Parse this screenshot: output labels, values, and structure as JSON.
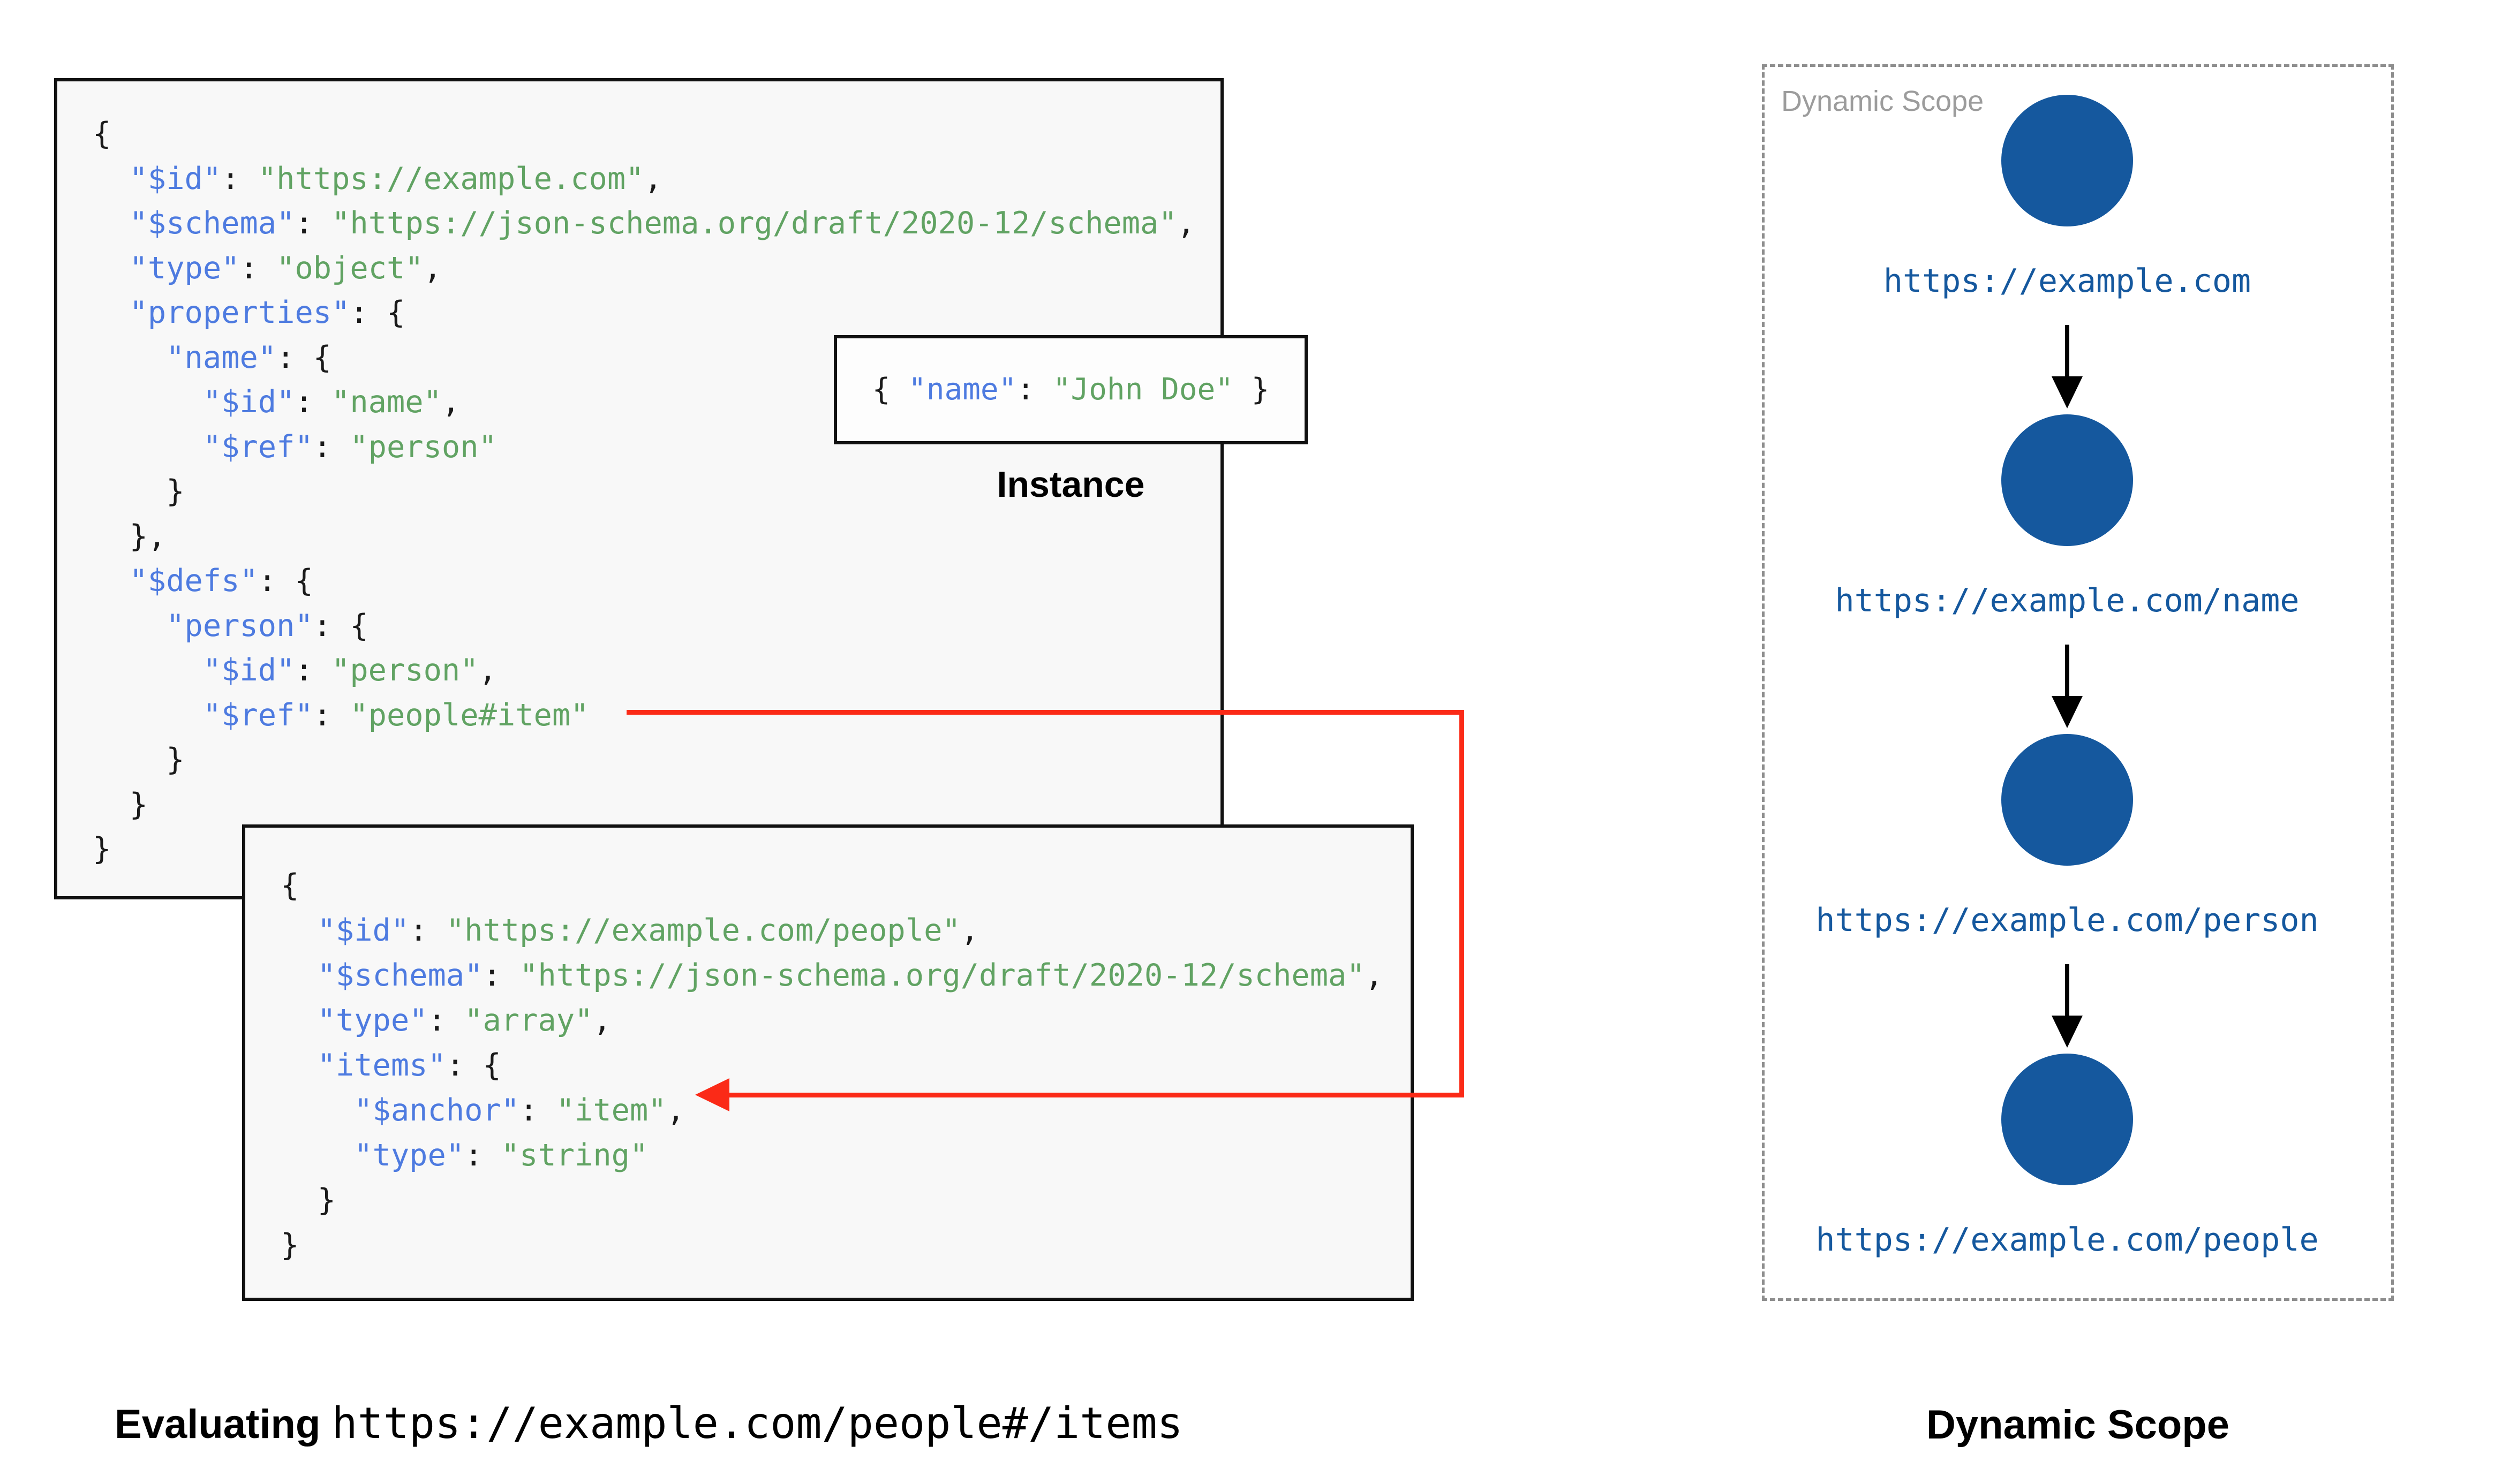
{
  "colors": {
    "key": "#4E7BE0",
    "string": "#61A363",
    "punctuation": "#1A1A1A",
    "node_fill": "#15589E",
    "link_text": "#15589E",
    "red_arrow": "#FB2A17",
    "watermark_grey": "#9C9C9C",
    "box_bg": "#F8F8F8"
  },
  "boxes": {
    "schema1": {
      "lines": [
        {
          "indent": 0,
          "tokens": [
            [
              "p",
              "{"
            ]
          ]
        },
        {
          "indent": 1,
          "tokens": [
            [
              "k",
              "\"$id\""
            ],
            [
              "p",
              ": "
            ],
            [
              "s",
              "\"https://example.com\""
            ],
            [
              "p",
              ","
            ]
          ]
        },
        {
          "indent": 1,
          "tokens": [
            [
              "k",
              "\"$schema\""
            ],
            [
              "p",
              ": "
            ],
            [
              "s",
              "\"https://json-schema.org/draft/2020-12/schema\""
            ],
            [
              "p",
              ","
            ]
          ]
        },
        {
          "indent": 1,
          "tokens": [
            [
              "k",
              "\"type\""
            ],
            [
              "p",
              ": "
            ],
            [
              "s",
              "\"object\""
            ],
            [
              "p",
              ","
            ]
          ]
        },
        {
          "indent": 1,
          "tokens": [
            [
              "k",
              "\"properties\""
            ],
            [
              "p",
              ": {"
            ]
          ]
        },
        {
          "indent": 2,
          "tokens": [
            [
              "k",
              "\"name\""
            ],
            [
              "p",
              ": {"
            ]
          ]
        },
        {
          "indent": 3,
          "tokens": [
            [
              "k",
              "\"$id\""
            ],
            [
              "p",
              ": "
            ],
            [
              "s",
              "\"name\""
            ],
            [
              "p",
              ","
            ]
          ]
        },
        {
          "indent": 3,
          "tokens": [
            [
              "k",
              "\"$ref\""
            ],
            [
              "p",
              ": "
            ],
            [
              "s",
              "\"person\""
            ]
          ]
        },
        {
          "indent": 2,
          "tokens": [
            [
              "p",
              "}"
            ]
          ]
        },
        {
          "indent": 1,
          "tokens": [
            [
              "p",
              "},"
            ]
          ]
        },
        {
          "indent": 1,
          "tokens": [
            [
              "k",
              "\"$defs\""
            ],
            [
              "p",
              ": {"
            ]
          ]
        },
        {
          "indent": 2,
          "tokens": [
            [
              "k",
              "\"person\""
            ],
            [
              "p",
              ": {"
            ]
          ]
        },
        {
          "indent": 3,
          "tokens": [
            [
              "k",
              "\"$id\""
            ],
            [
              "p",
              ": "
            ],
            [
              "s",
              "\"person\""
            ],
            [
              "p",
              ","
            ]
          ]
        },
        {
          "indent": 3,
          "tokens": [
            [
              "k",
              "\"$ref\""
            ],
            [
              "p",
              ": "
            ],
            [
              "s",
              "\"people#item\""
            ]
          ]
        },
        {
          "indent": 2,
          "tokens": [
            [
              "p",
              "}"
            ]
          ]
        },
        {
          "indent": 1,
          "tokens": [
            [
              "p",
              "}"
            ]
          ]
        },
        {
          "indent": 0,
          "tokens": [
            [
              "p",
              "}"
            ]
          ]
        }
      ]
    },
    "instance": {
      "caption": "Instance",
      "tokens": [
        [
          "p",
          "{ "
        ],
        [
          "k",
          "\"name\""
        ],
        [
          "p",
          ": "
        ],
        [
          "s",
          "\"John Doe\""
        ],
        [
          "p",
          " }"
        ]
      ]
    },
    "schema2": {
      "lines": [
        {
          "indent": 0,
          "tokens": [
            [
              "p",
              "{"
            ]
          ]
        },
        {
          "indent": 1,
          "tokens": [
            [
              "k",
              "\"$id\""
            ],
            [
              "p",
              ": "
            ],
            [
              "s",
              "\"https://example.com/people\""
            ],
            [
              "p",
              ","
            ]
          ]
        },
        {
          "indent": 1,
          "tokens": [
            [
              "k",
              "\"$schema\""
            ],
            [
              "p",
              ": "
            ],
            [
              "s",
              "\"https://json-schema.org/draft/2020-12/schema\""
            ],
            [
              "p",
              ","
            ]
          ]
        },
        {
          "indent": 1,
          "tokens": [
            [
              "k",
              "\"type\""
            ],
            [
              "p",
              ": "
            ],
            [
              "s",
              "\"array\""
            ],
            [
              "p",
              ","
            ]
          ]
        },
        {
          "indent": 1,
          "tokens": [
            [
              "k",
              "\"items\""
            ],
            [
              "p",
              ": {"
            ]
          ]
        },
        {
          "indent": 2,
          "tokens": [
            [
              "k",
              "\"$anchor\""
            ],
            [
              "p",
              ": "
            ],
            [
              "s",
              "\"item\""
            ],
            [
              "p",
              ","
            ]
          ]
        },
        {
          "indent": 2,
          "tokens": [
            [
              "k",
              "\"type\""
            ],
            [
              "p",
              ": "
            ],
            [
              "s",
              "\"string\""
            ]
          ]
        },
        {
          "indent": 1,
          "tokens": [
            [
              "p",
              "}"
            ]
          ]
        },
        {
          "indent": 0,
          "tokens": [
            [
              "p",
              "}"
            ]
          ]
        }
      ]
    }
  },
  "dynamic_scope": {
    "watermark": "Dynamic Scope",
    "caption": "Dynamic Scope",
    "nodes": [
      {
        "label": "https://example.com"
      },
      {
        "label": "https://example.com/name"
      },
      {
        "label": "https://example.com/person"
      },
      {
        "label": "https://example.com/people"
      }
    ]
  },
  "footer": {
    "evaluating_label": "Evaluating ",
    "evaluating_uri": "https://example.com/people#/items"
  }
}
